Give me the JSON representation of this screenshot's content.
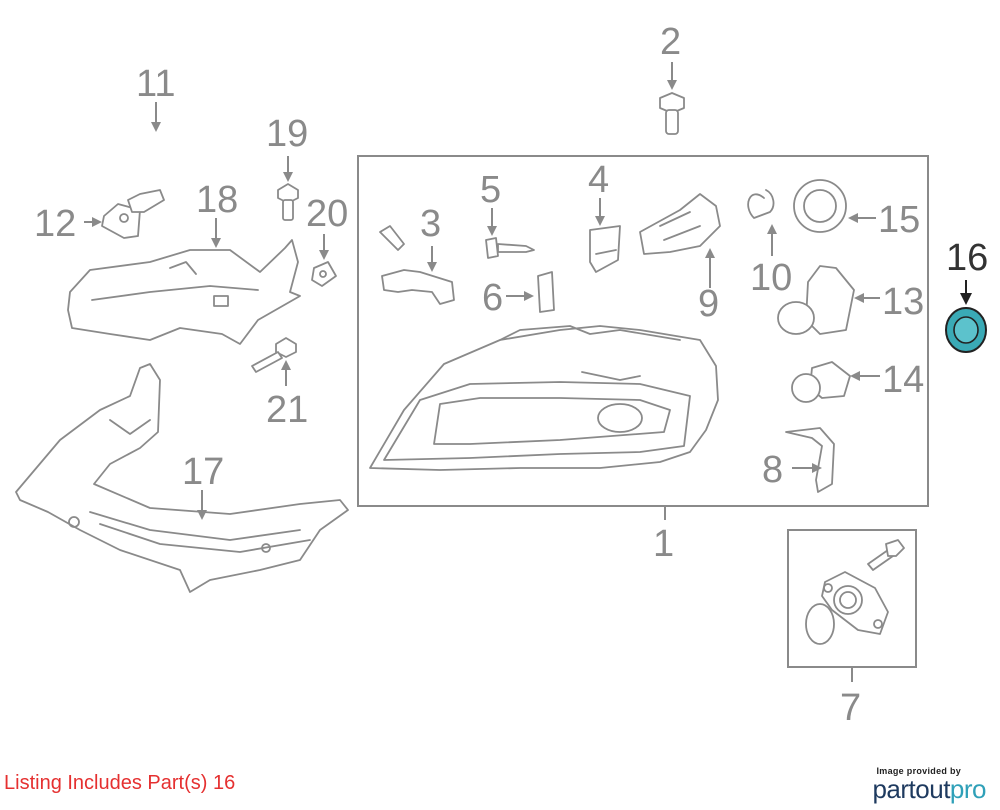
{
  "callouts": {
    "c1": "1",
    "c2": "2",
    "c3": "3",
    "c4": "4",
    "c5": "5",
    "c6": "6",
    "c7": "7",
    "c8": "8",
    "c9": "9",
    "c10": "10",
    "c11": "11",
    "c12": "12",
    "c13": "13",
    "c14": "14",
    "c15": "15",
    "c16": "16",
    "c17": "17",
    "c18": "18",
    "c19": "19",
    "c20": "20",
    "c21": "21"
  },
  "highlight": {
    "part": "16",
    "fill_color": "#3aaab6",
    "stroke_color": "#222222"
  },
  "footer": {
    "listing_text": "Listing Includes Part(s) 16",
    "listing_color": "#e53030",
    "provided_text": "Image provided by",
    "logo_part1": "partout",
    "logo_part2": "pro"
  },
  "colors": {
    "line": "#8a8a8a",
    "background": "#ffffff"
  }
}
